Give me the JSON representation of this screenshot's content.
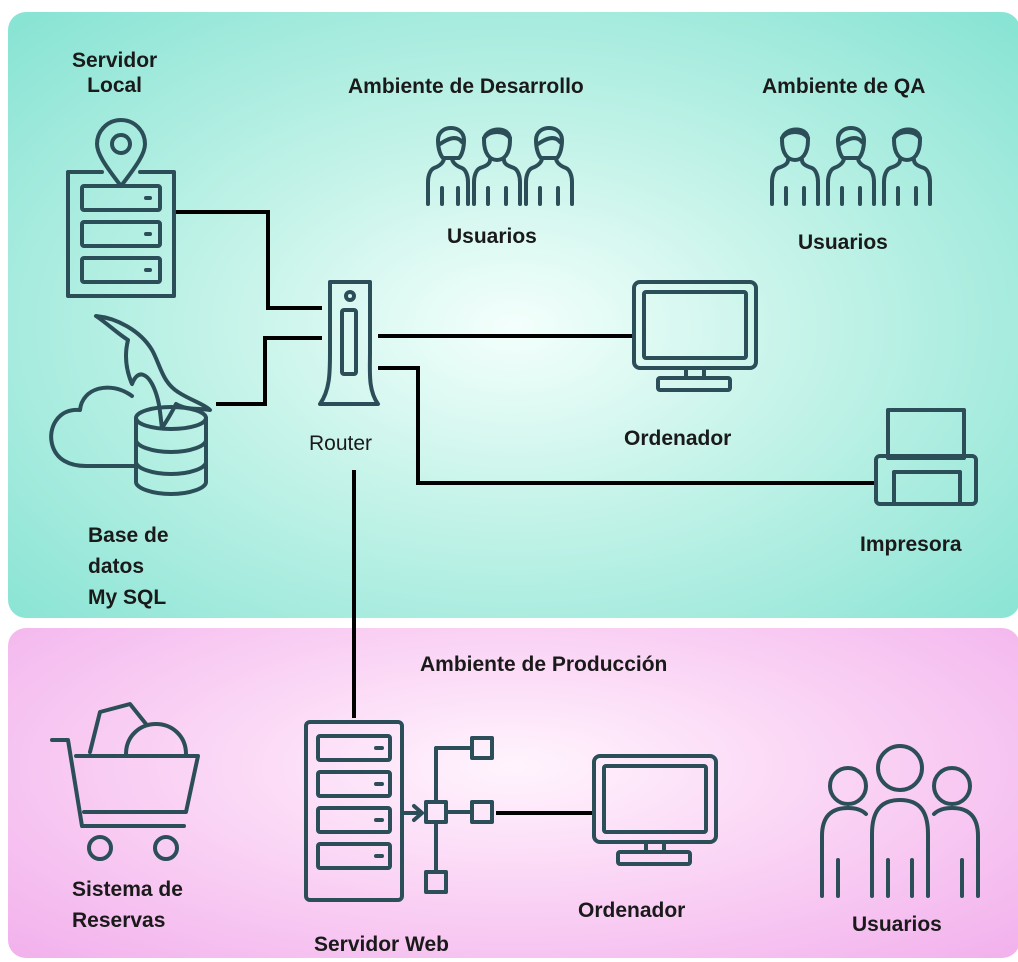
{
  "zones": {
    "development": {
      "title": "Ambiente de Desarrollo",
      "users_label": "Usuarios"
    },
    "qa": {
      "title": "Ambiente de QA",
      "users_label": "Usuarios"
    },
    "production": {
      "title": "Ambiente de Producción",
      "users_label": "Usuarios"
    }
  },
  "nodes": {
    "local_server": {
      "label": "Servidor\nLocal",
      "icon": "server-location-icon"
    },
    "database": {
      "label": "Base de\ndatos\nMy SQL",
      "icon": "mysql-database-icon"
    },
    "router": {
      "label": "Router",
      "icon": "router-icon"
    },
    "computer_top": {
      "label": "Ordenador",
      "icon": "monitor-icon"
    },
    "printer": {
      "label": "Impresora",
      "icon": "printer-icon"
    },
    "reservations": {
      "label": "Sistema de\nReservas",
      "icon": "shopping-cart-icon"
    },
    "web_server": {
      "label": "Servidor Web",
      "icon": "web-server-icon"
    },
    "computer_bottom": {
      "label": "Ordenador",
      "icon": "monitor-icon"
    }
  },
  "colors": {
    "icon_stroke": "#2c4e58",
    "line": "#000000",
    "zone_top": "#86e3d3",
    "zone_bottom": "#f2b0ec"
  }
}
